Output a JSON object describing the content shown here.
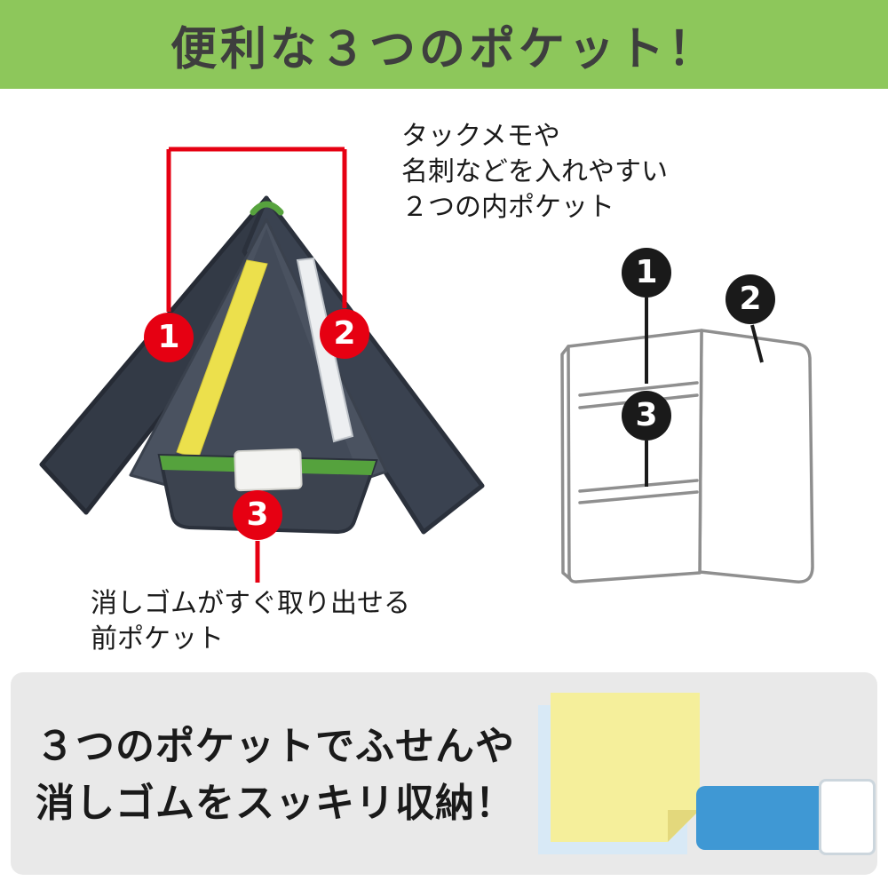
{
  "header": {
    "title": "便利な３つのポケット！"
  },
  "annotations": {
    "inner_pockets": {
      "line1": "タックメモや",
      "line2": "名刺などを入れやすい",
      "line3": "２つの内ポケット"
    },
    "front_pocket": {
      "line1": "消しゴムがすぐ取り出せる",
      "line2": "前ポケット"
    }
  },
  "badges": {
    "photo": {
      "b1": "1",
      "b2": "2",
      "b3": "3"
    },
    "diagram": {
      "d1": "1",
      "d2": "2",
      "d3": "3"
    }
  },
  "bottom_panel": {
    "line1": "３つのポケットでふせんや",
    "line2": "消しゴムをスッキリ収納！"
  },
  "colors": {
    "header_bg": "#8dc75b",
    "header_text": "#3e3e3e",
    "accent_red": "#e60012",
    "badge_black": "#1a1a1a",
    "panel_gray": "#e9e9e9",
    "case_green": "#55a23d",
    "sticky_yellow": "#f5ef9b",
    "sticky_blue": "#d8e9f6",
    "eraser_blue": "#3f98d4",
    "text_dark": "#1a1a1a"
  }
}
